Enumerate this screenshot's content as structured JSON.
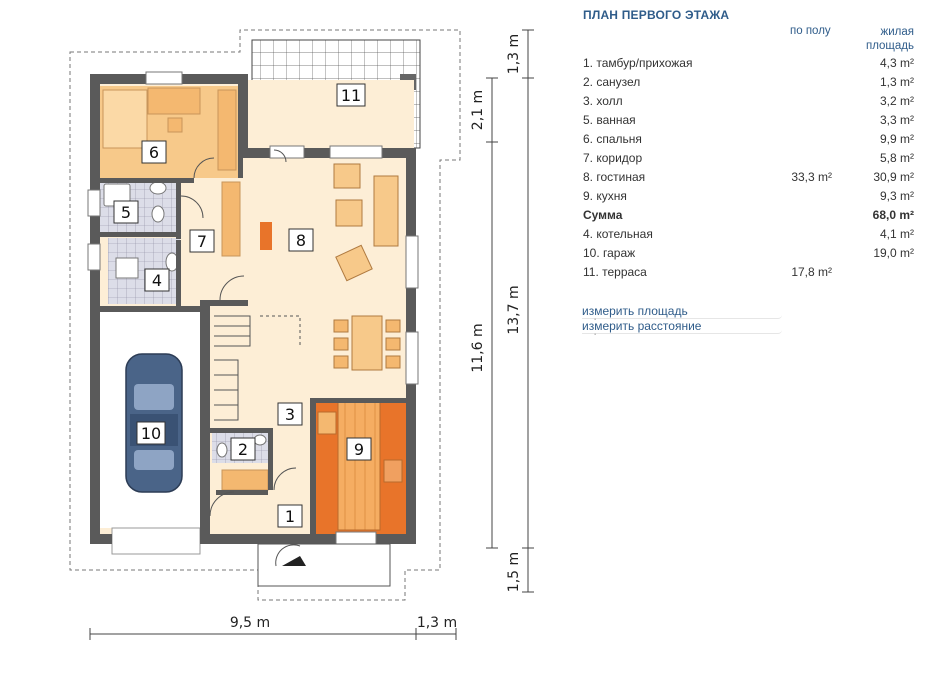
{
  "panel": {
    "title": "ПЛАН ПЕРВОГО ЭТАЖА",
    "col_floor": "по полу",
    "col_living_1": "жилая",
    "col_living_2": "площадь"
  },
  "rooms": [
    {
      "name": "1. тамбур/прихожая",
      "floor": "",
      "living": "4,3 m²",
      "bold": false
    },
    {
      "name": "2. санузел",
      "floor": "",
      "living": "1,3 m²",
      "bold": false
    },
    {
      "name": "3. холл",
      "floor": "",
      "living": "3,2 m²",
      "bold": false
    },
    {
      "name": "5. ванная",
      "floor": "",
      "living": "3,3 m²",
      "bold": false
    },
    {
      "name": "6. спальня",
      "floor": "",
      "living": "9,9 m²",
      "bold": false
    },
    {
      "name": "7. коридор",
      "floor": "",
      "living": "5,8 m²",
      "bold": false
    },
    {
      "name": "8. гостиная",
      "floor": "33,3 m²",
      "living": "30,9 m²",
      "bold": false
    },
    {
      "name": "9. кухня",
      "floor": "",
      "living": "9,3 m²",
      "bold": false
    },
    {
      "name": "Сумма",
      "floor": "",
      "living": "68,0 m²",
      "bold": true
    },
    {
      "name": "4. котельная",
      "floor": "",
      "living": "4,1 m²",
      "bold": false
    },
    {
      "name": "10. гараж",
      "floor": "",
      "living": "19,0 m²",
      "bold": false
    },
    {
      "name": "11. терраса",
      "floor": "17,8 m²",
      "living": "",
      "bold": false
    }
  ],
  "links": {
    "measure_area": "измерить площадь",
    "measure_distance": "измерить расстояние"
  },
  "plan": {
    "room_labels": [
      "1",
      "2",
      "3",
      "4",
      "5",
      "6",
      "7",
      "8",
      "9",
      "10",
      "11"
    ],
    "dim_bottom_main": "9,5 m",
    "dim_bottom_side": "1,3 m",
    "dim_right_top": "1,3 m",
    "dim_right_terrace": "2,1 m",
    "dim_right_inner": "11,6 m",
    "dim_right_total": "13,7 m",
    "dim_right_bottom": "1,5 m"
  },
  "colors": {
    "wall": "#5a5a5a",
    "floor_light": "#fdeed6",
    "bedroom": "#f7c98a",
    "kitchen_wood": "#f3a95c",
    "kitchen_counter": "#e8742a",
    "tile": "#d9dbe8",
    "car": "#4a6488",
    "accent_text": "#2f5c8a"
  }
}
